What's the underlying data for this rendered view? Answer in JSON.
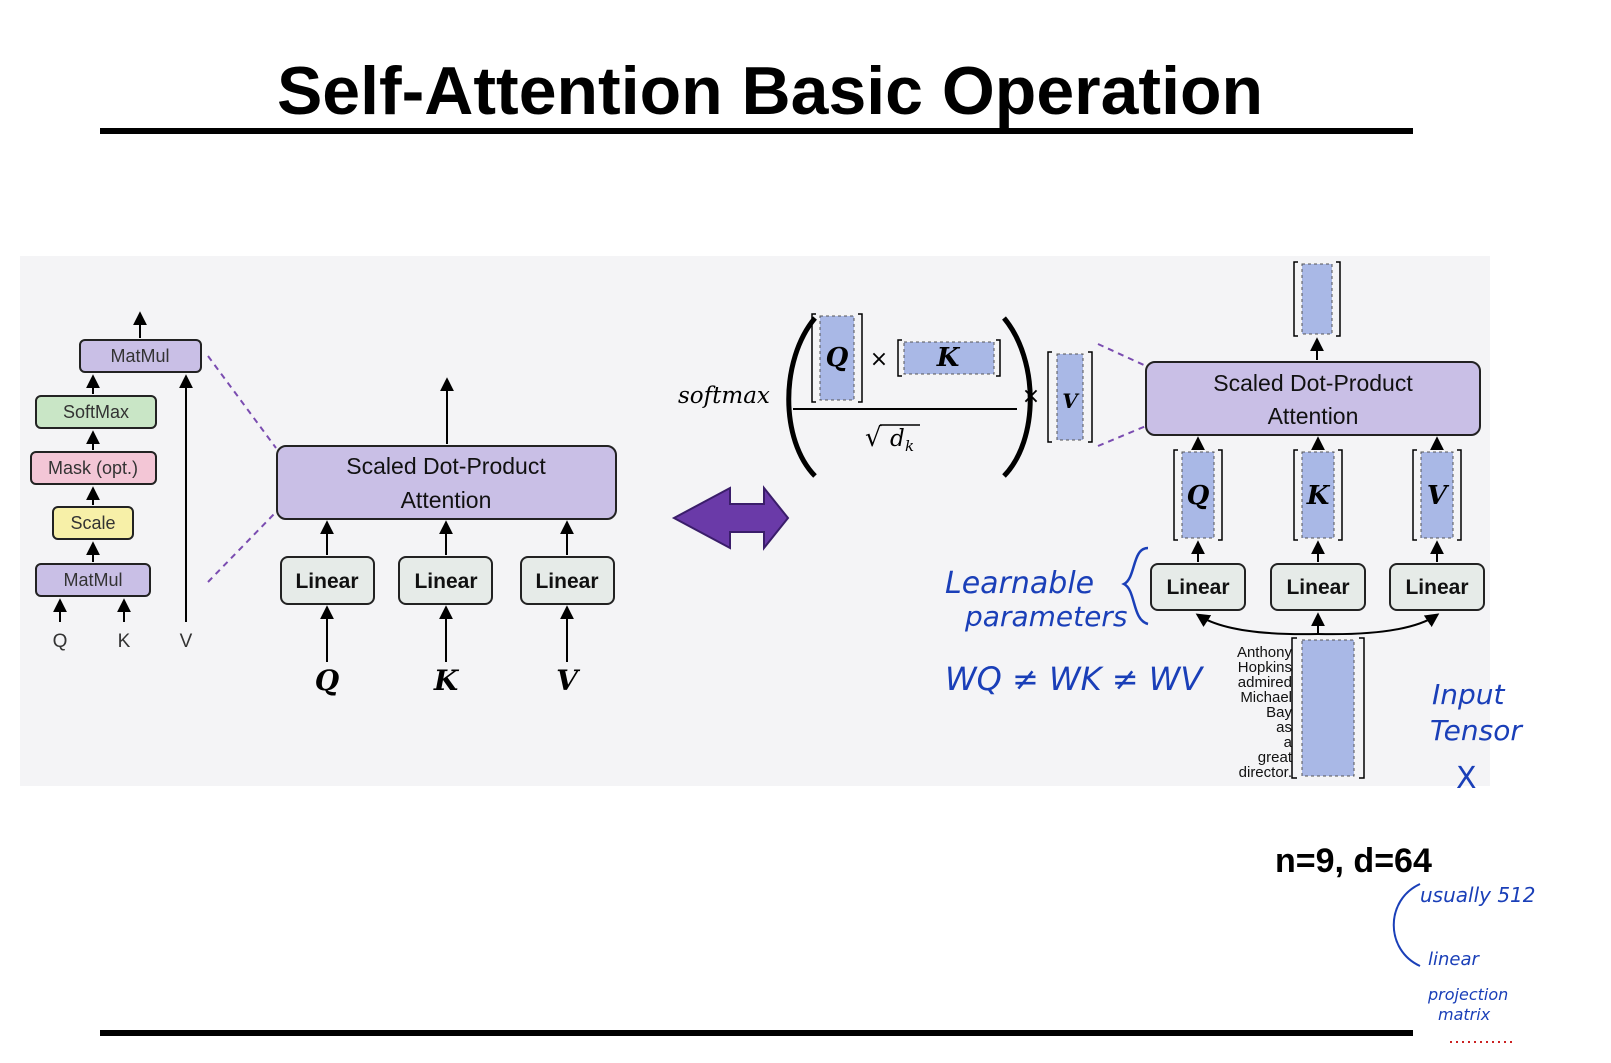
{
  "slide": {
    "title": "Self-Attention Basic Operation",
    "dims": "n=9, d=64"
  },
  "attention_stack": {
    "blocks": [
      "MatMul",
      "SoftMax",
      "Mask (opt.)",
      "Scale",
      "MatMul"
    ],
    "inputs": [
      "Q",
      "K",
      "V"
    ]
  },
  "multi_head_left": {
    "sdpa_line1": "Scaled Dot-Product",
    "sdpa_line2": "Attention",
    "linear": [
      "Linear",
      "Linear",
      "Linear"
    ],
    "inputs": [
      "Q",
      "K",
      "V"
    ]
  },
  "formula": {
    "softmax": "softmax",
    "q": "Q",
    "times1": "×",
    "k": "K",
    "sqrt": "√",
    "dk": "d",
    "dk_sub": "k",
    "times2": "×",
    "v": "V"
  },
  "multi_head_right": {
    "sdpa_line1": "Scaled Dot-Product",
    "sdpa_line2": "Attention",
    "qkv": [
      "Q",
      "K",
      "V"
    ],
    "linear": [
      "Linear",
      "Linear",
      "Linear"
    ],
    "sentence": [
      "Anthony",
      "Hopkins",
      "admired",
      "Michael",
      "Bay",
      "as",
      "a",
      "great",
      "director."
    ]
  },
  "handwriting": {
    "learnable_1": "Learnable",
    "learnable_2": "parameters",
    "weights": "WQ ≠ WK ≠ WV",
    "input_1": "Input",
    "input_2": "Tensor",
    "input_3": "X",
    "note_1": "usually 512",
    "note_2": "linear",
    "note_3": "projection",
    "note_4": "matrix"
  },
  "colors": {
    "matmul": "#c9bfe6",
    "softmax": "#c9e6c6",
    "mask": "#f3c6d6",
    "scale": "#f7f0a8",
    "linear": "#e6ebe8",
    "tensor": "#a9b8e6",
    "arrow": "#6a3aa8",
    "ink": "#1a3fb8",
    "red": "#cc2222"
  }
}
